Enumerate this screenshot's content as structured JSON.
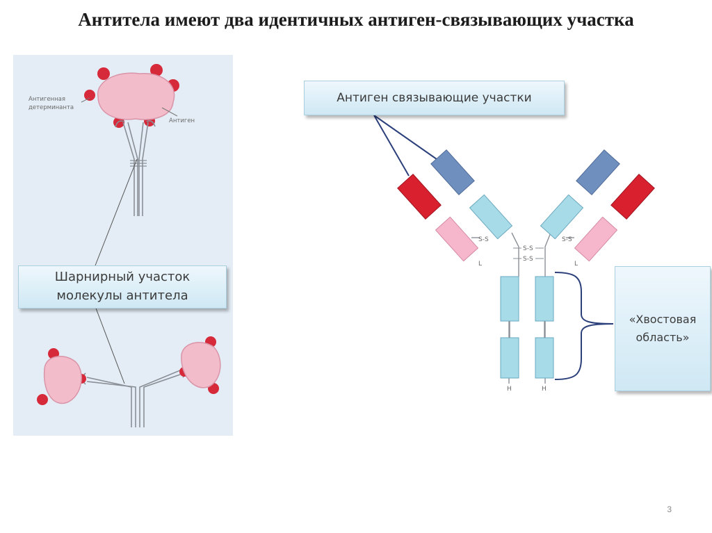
{
  "slide": {
    "title": "Антитела имеют два идентичных антиген-связывающих участка",
    "page_number": "3"
  },
  "left_diagram": {
    "antigen_determinant_label": [
      "Антигенная",
      "детерминанта"
    ],
    "antigen_label": "Антиген",
    "hinge_callout": [
      "Шарнирный участок",
      "молекулы антитела"
    ]
  },
  "right_diagram": {
    "binding_sites_callout": "Антиген связывающие участки",
    "tail_callout": [
      "«Хвостовая",
      "область»"
    ],
    "disulfide_label": "S-S",
    "light_chain_label": "L",
    "heavy_chain_label": "H"
  },
  "colors": {
    "variable_heavy": "#6f8fbe",
    "variable_light": "#d8202e",
    "constant_heavy": "#a8dbe8",
    "constant_light": "#f6b6cc",
    "antigen_fill": "#f3bccb",
    "determinant": "#d6293a",
    "panel_bg": "#e4edf5",
    "connector": "#2b3f7a"
  }
}
